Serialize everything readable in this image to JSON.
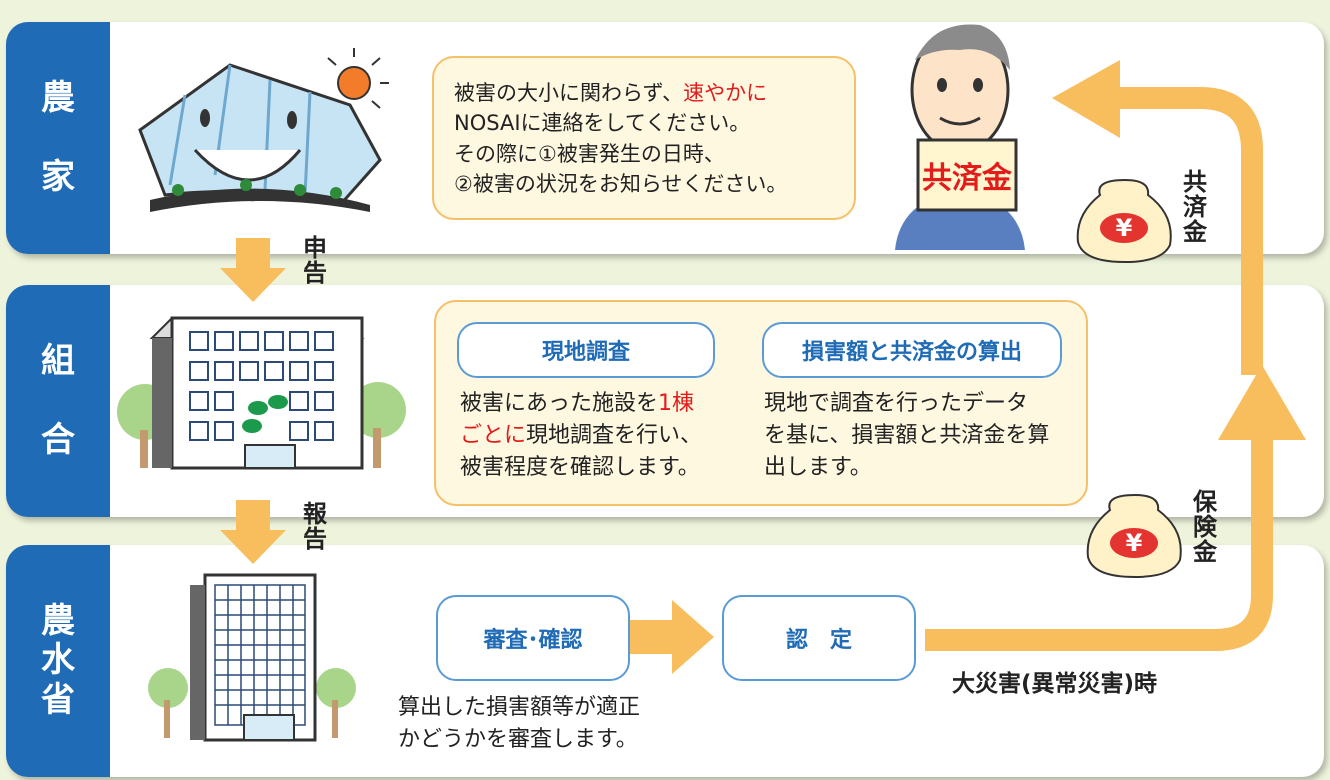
{
  "rows": {
    "farmer": {
      "label_1": "農",
      "label_2": "家"
    },
    "union": {
      "label_1": "組",
      "label_2": "合"
    },
    "ministry": {
      "label_1": "農",
      "label_2": "水",
      "label_3": "省"
    }
  },
  "farmer_note": {
    "line1_pre": "被害の大小に関わらず、",
    "line1_red": "速やかに",
    "line2": "NOSAIに連絡をしてください。",
    "line3": "その際に①被害発生の日時、",
    "line4": "②被害の状況をお知らせください。"
  },
  "sign_text": "共済金",
  "flow_labels": {
    "report_to_union": [
      "申",
      "告"
    ],
    "report_to_ministry": [
      "報",
      "告"
    ],
    "mutual_aid": [
      "共",
      "済",
      "金"
    ],
    "insurance": [
      "保",
      "険",
      "金"
    ]
  },
  "yen_symbol": "¥",
  "union_box": {
    "survey_title": "現地調査",
    "survey_pre": "被害にあった施設を",
    "survey_red1": "1棟",
    "survey_red2": "ごとに",
    "survey_post": "現地調査を行い、",
    "survey_line3": "被害程度を確認します。",
    "calc_title": "損害額と共済金の算出",
    "calc_line1": "現地で調査を行ったデータ",
    "calc_line2": "を基に、損害額と共済金を算",
    "calc_line3": "出します。"
  },
  "ministry": {
    "review_title": "審査･確認",
    "approve_title": "認　定",
    "review_line1": "算出した損害額等が適正",
    "review_line2": "かどうかを審査します。",
    "disaster_label": "大災害(異常災害)時"
  },
  "colors": {
    "tab_blue": "#1f6bb5",
    "arrow_orange": "#f8bd5c",
    "accent_red": "#e21b1b",
    "background": "#eef4dc"
  }
}
